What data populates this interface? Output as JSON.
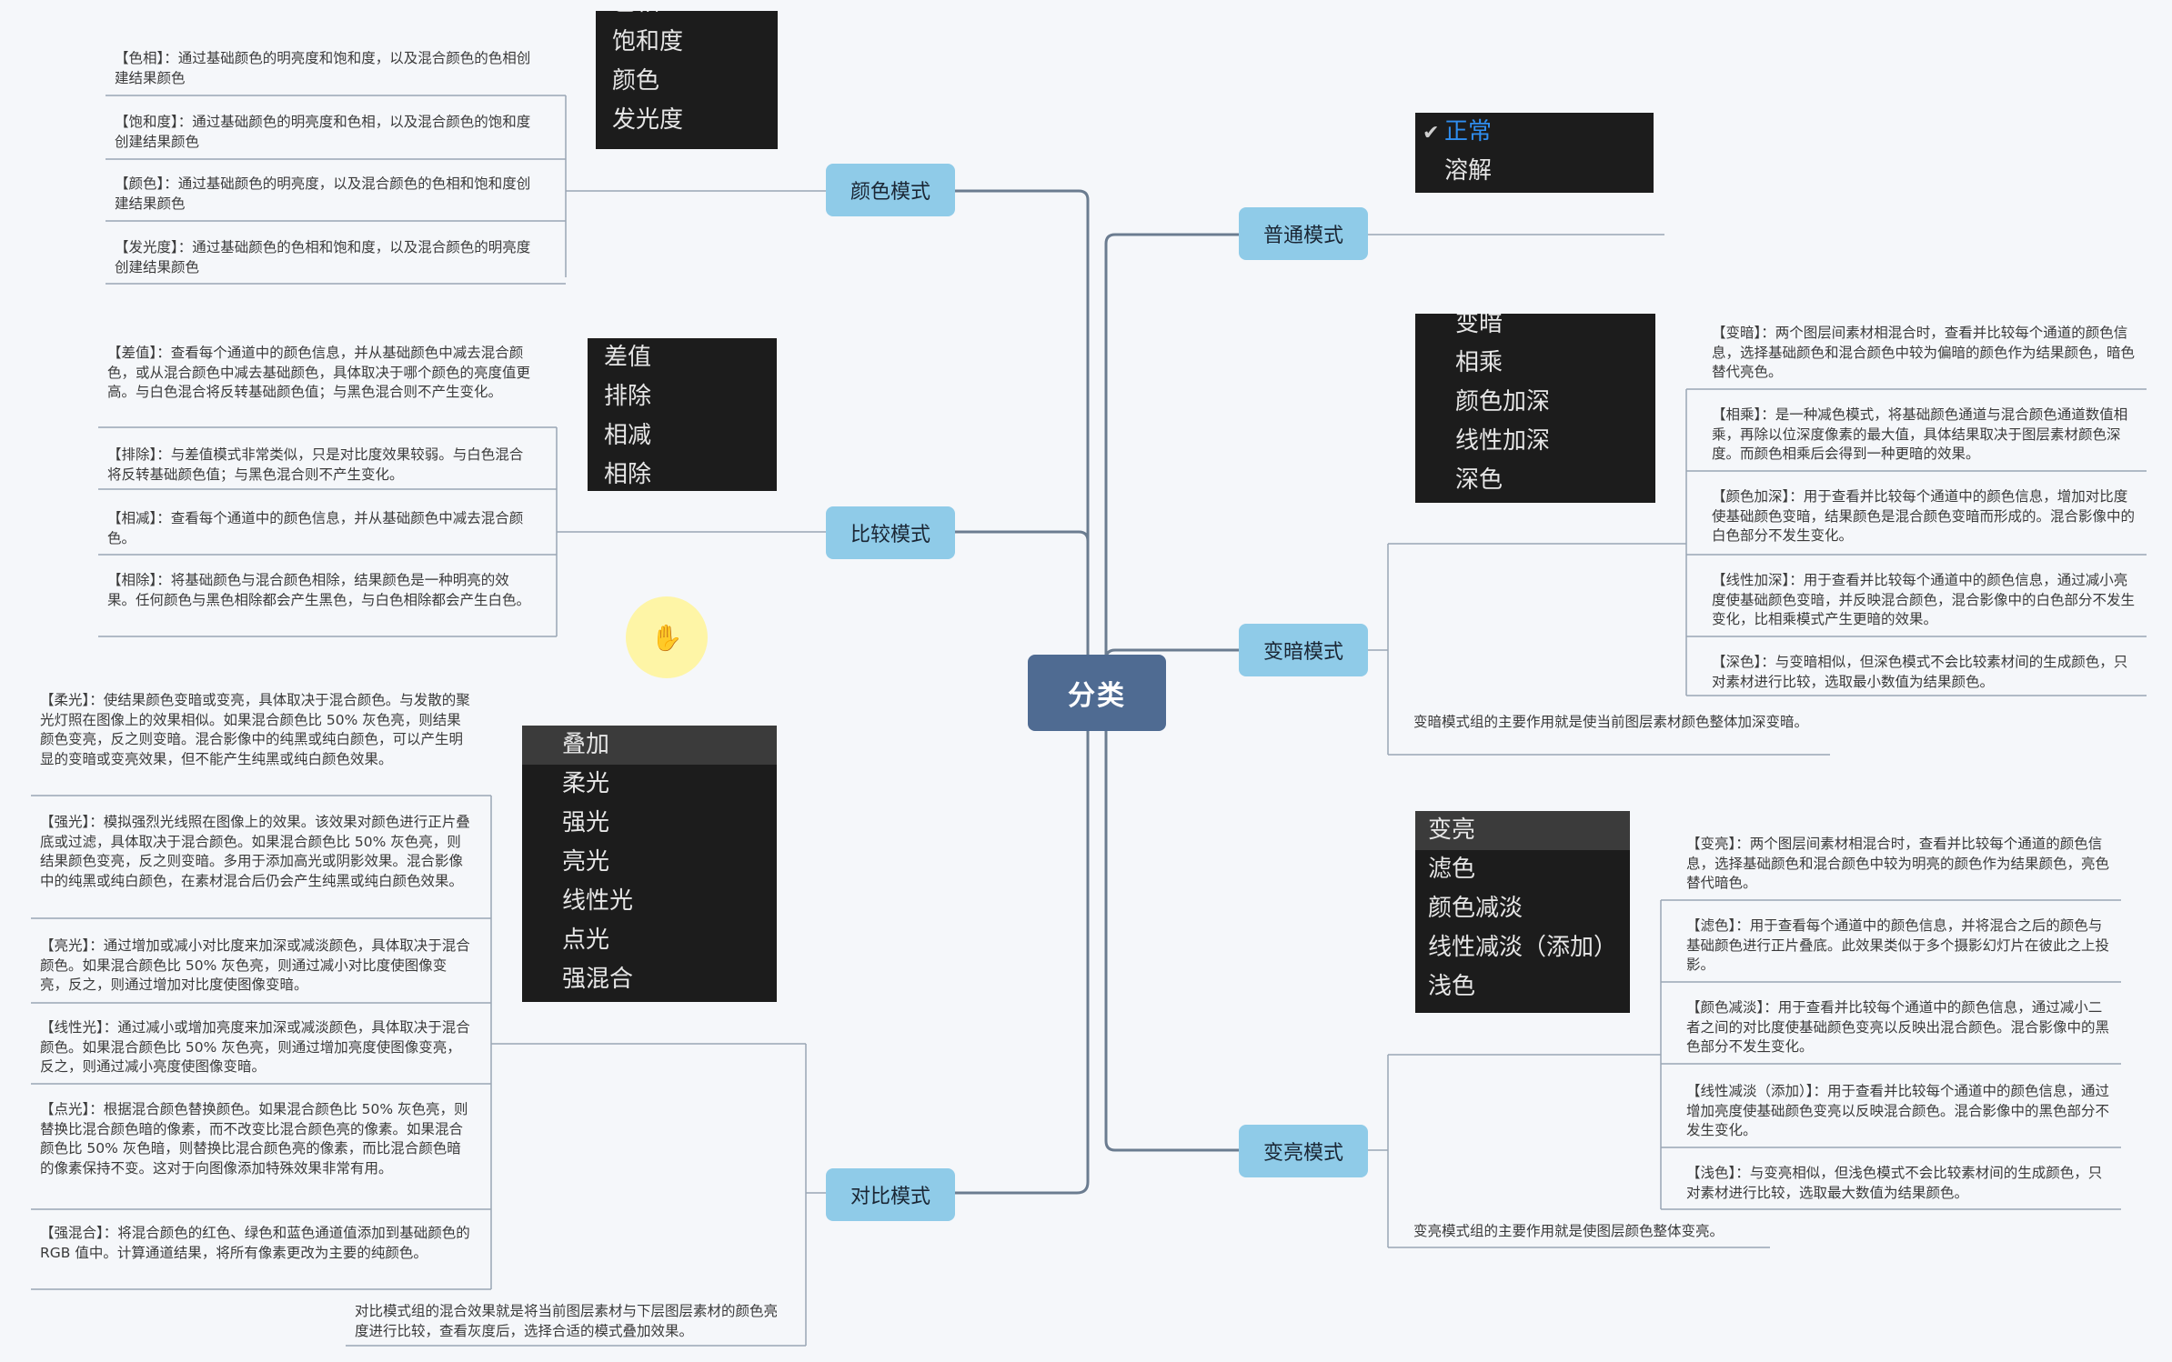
{
  "central": "分类",
  "topics": {
    "color_mode": "颜色模式",
    "compare_mode": "比较模式",
    "contrast_mode": "对比模式",
    "normal_mode": "普通模式",
    "darken_mode": "变暗模式",
    "lighten_mode": "变亮模式"
  },
  "menus": {
    "color": [
      "色相",
      "饱和度",
      "颜色",
      "发光度"
    ],
    "compare": [
      "差值",
      "排除",
      "相减",
      "相除"
    ],
    "contrast": [
      "叠加",
      "柔光",
      "强光",
      "亮光",
      "线性光",
      "点光",
      "强混合"
    ],
    "normal": {
      "items": [
        "正常",
        "溶解"
      ],
      "checkmark": "✔"
    },
    "darken": [
      "变暗",
      "相乘",
      "颜色加深",
      "线性加深",
      "深色"
    ],
    "lighten": [
      "变亮",
      "滤色",
      "颜色减淡",
      "线性减淡（添加）",
      "浅色"
    ]
  },
  "notes": {
    "color": [
      "【色相】：通过基础颜色的明亮度和饱和度，以及混合颜色的色相创建结果颜色",
      "【饱和度】：通过基础颜色的明亮度和色相，以及混合颜色的饱和度创建结果颜色",
      "【颜色】：通过基础颜色的明亮度，以及混合颜色的色相和饱和度创建结果颜色",
      "【发光度】：通过基础颜色的色相和饱和度，以及混合颜色的明亮度创建结果颜色"
    ],
    "compare": [
      "【差值】：查看每个通道中的颜色信息，并从基础颜色中减去混合颜色，或从混合颜色中减去基础颜色，具体取决于哪个颜色的亮度值更高。与白色混合将反转基础颜色值；与黑色混合则不产生变化。",
      "【排除】：与差值模式非常类似，只是对比度效果较弱。与白色混合将反转基础颜色值；与黑色混合则不产生变化。",
      "【相减】：查看每个通道中的颜色信息，并从基础颜色中减去混合颜色。",
      "【相除】：将基础颜色与混合颜色相除，结果颜色是一种明亮的效果。任何颜色与黑色相除都会产生黑色，与白色相除都会产生白色。"
    ],
    "contrast": [
      "【柔光】：使结果颜色变暗或变亮，具体取决于混合颜色。与发散的聚光灯照在图像上的效果相似。如果混合颜色比 50% 灰色亮，则结果颜色变亮，反之则变暗。混合影像中的纯黑或纯白颜色，可以产生明显的变暗或变亮效果，但不能产生纯黑或纯白颜色效果。",
      "【强光】：模拟强烈光线照在图像上的效果。该效果对颜色进行正片叠底或过滤，具体取决于混合颜色。如果混合颜色比 50% 灰色亮，则结果颜色变亮，反之则变暗。多用于添加高光或阴影效果。混合影像中的纯黑或纯白颜色，在素材混合后仍会产生纯黑或纯白颜色效果。",
      "【亮光】：通过增加或减小对比度来加深或减淡颜色，具体取决于混合颜色。如果混合颜色比 50% 灰色亮，则通过减小对比度使图像变亮，反之，则通过增加对比度使图像变暗。",
      "【线性光】：通过减小或增加亮度来加深或减淡颜色，具体取决于混合颜色。如果混合颜色比 50% 灰色亮，则通过增加亮度使图像变亮，反之，则通过减小亮度使图像变暗。",
      "【点光】：根据混合颜色替换颜色。如果混合颜色比 50% 灰色亮，则替换比混合颜色暗的像素，而不改变比混合颜色亮的像素。如果混合颜色比 50% 灰色暗，则替换比混合颜色亮的像素，而比混合颜色暗的像素保持不变。这对于向图像添加特殊效果非常有用。",
      "【强混合】：将混合颜色的红色、绿色和蓝色通道值添加到基础颜色的 RGB 值中。计算通道结果，将所有像素更改为主要的纯颜色。"
    ],
    "contrast_summary": "对比模式组的混合效果就是将当前图层素材与下层图层素材的颜色亮度进行比较，查看灰度后，选择合适的模式叠加效果。",
    "darken": [
      "【变暗】：两个图层间素材相混合时，查看并比较每个通道的颜色信息，选择基础颜色和混合颜色中较为偏暗的颜色作为结果颜色，暗色替代亮色。",
      "【相乘】：是一种减色模式，将基础颜色通道与混合颜色通道数值相乘，再除以位深度像素的最大值，具体结果取决于图层素材颜色深度。而颜色相乘后会得到一种更暗的效果。",
      "【颜色加深】：用于查看并比较每个通道中的颜色信息，增加对比度使基础颜色变暗，结果颜色是混合颜色变暗而形成的。混合影像中的白色部分不发生变化。",
      "【线性加深】：用于查看并比较每个通道中的颜色信息，通过减小亮度使基础颜色变暗，并反映混合颜色，混合影像中的白色部分不发生变化，比相乘模式产生更暗的效果。",
      "【深色】：与变暗相似，但深色模式不会比较素材间的生成颜色，只对素材进行比较，选取最小数值为结果颜色。"
    ],
    "darken_summary": "变暗模式组的主要作用就是使当前图层素材颜色整体加深变暗。",
    "lighten": [
      "【变亮】：两个图层间素材相混合时，查看并比较每个通道的颜色信息，选择基础颜色和混合颜色中较为明亮的颜色作为结果颜色，亮色替代暗色。",
      "【滤色】：用于查看每个通道中的颜色信息，并将混合之后的颜色与基础颜色进行正片叠底。此效果类似于多个摄影幻灯片在彼此之上投影。",
      "【颜色减淡】：用于查看并比较每个通道中的颜色信息，通过减小二者之间的对比度使基础颜色变亮以反映出混合颜色。混合影像中的黑色部分不发生变化。",
      "【线性减淡（添加）】：用于查看并比较每个通道中的颜色信息，通过增加亮度使基础颜色变亮以反映混合颜色。混合影像中的黑色部分不发生变化。",
      "【浅色】：与变亮相似，但浅色模式不会比较素材间的生成颜色，只对素材进行比较，选取最大数值为结果颜色。"
    ],
    "lighten_summary": "变亮模式组的主要作用就是使图层颜色整体变亮。"
  },
  "colors": {
    "background": "#f5f7fa",
    "central_fill": "#4f6b92",
    "topic_fill": "#8fcbe8",
    "connector": "#6b7c90",
    "menu_fill": "#1c1c1c",
    "menu_selected": "#2f8ef0",
    "cursor_highlight": "#fff496"
  },
  "icons": {
    "cursor": "hand-cursor-icon",
    "check": "checkmark-icon"
  }
}
